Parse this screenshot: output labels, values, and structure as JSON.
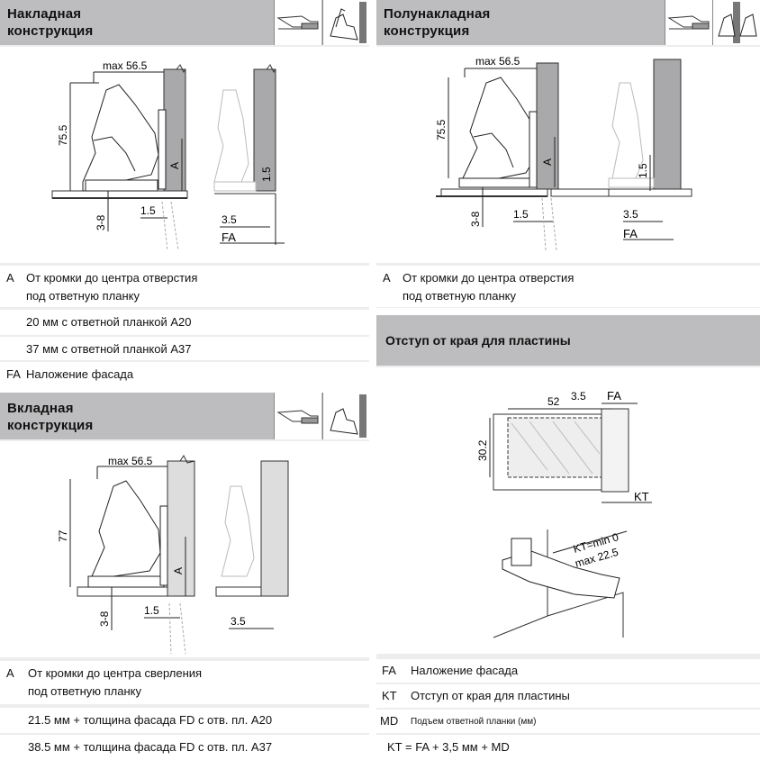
{
  "overlay": {
    "title": "Накладная\nконструкция",
    "dims": {
      "max": "max 56.5",
      "height": "75.5",
      "a": "A",
      "offset": "1.5",
      "range": "3-8",
      "gap": "3.5",
      "fa": "FA",
      "lift": "1.5"
    },
    "legend": [
      {
        "code": "A",
        "text": "От кромки до центра отверстия\nпод ответную планку"
      },
      {
        "code": "",
        "text": "20 мм с ответной планкой А20"
      },
      {
        "code": "",
        "text": "37 мм с ответной планкой А37"
      },
      {
        "code": "FA",
        "text": "Наложение фасада"
      }
    ]
  },
  "half": {
    "title": "Полунакладная\nконструкция",
    "dims": {
      "max": "max 56.5",
      "height": "75.5",
      "a": "A",
      "offset": "1.5",
      "range": "3-8",
      "gap": "3.5",
      "fa": "FA",
      "lift": "1.5"
    },
    "legend": [
      {
        "code": "A",
        "text": "От кромки до центра отверстия\nпод ответную планку"
      }
    ]
  },
  "inset": {
    "title": "Вкладная\nконструкция",
    "dims": {
      "max": "max 56.5",
      "height": "77",
      "a": "A",
      "offset": "1.5",
      "range": "3-8",
      "gap": "3.5"
    },
    "legend": [
      {
        "code": "A",
        "text": "От кромки до центра сверления\nпод ответную планку"
      },
      {
        "code": "",
        "text": "21.5 мм + толщина фасада FD с отв. пл. А20"
      },
      {
        "code": "",
        "text": "38.5 мм + толщина фасада FD с отв. пл. А37"
      }
    ]
  },
  "plate": {
    "title": "Отступ от края для пластины",
    "dims": {
      "w": "52",
      "gap": "3.5",
      "fa": "FA",
      "h": "30.2",
      "kt": "KT",
      "ktmin": "KT=min 0",
      "max": "max 22.5"
    },
    "legend": [
      {
        "code": "FA",
        "text": "Наложение фасада"
      },
      {
        "code": "KT",
        "text": "Отступ от края для пластины"
      },
      {
        "code": "MD",
        "text": "Подъем ответной планки (мм)"
      }
    ],
    "formula": "KT = FA + 3,5 мм + MD"
  },
  "icons": [
    "hinge-side-icon",
    "hinge-perspective-icon"
  ],
  "colors": {
    "header": "#bdbcbe",
    "panel": "#ededee",
    "wall": "#a9a9ab",
    "line": "#222222"
  }
}
